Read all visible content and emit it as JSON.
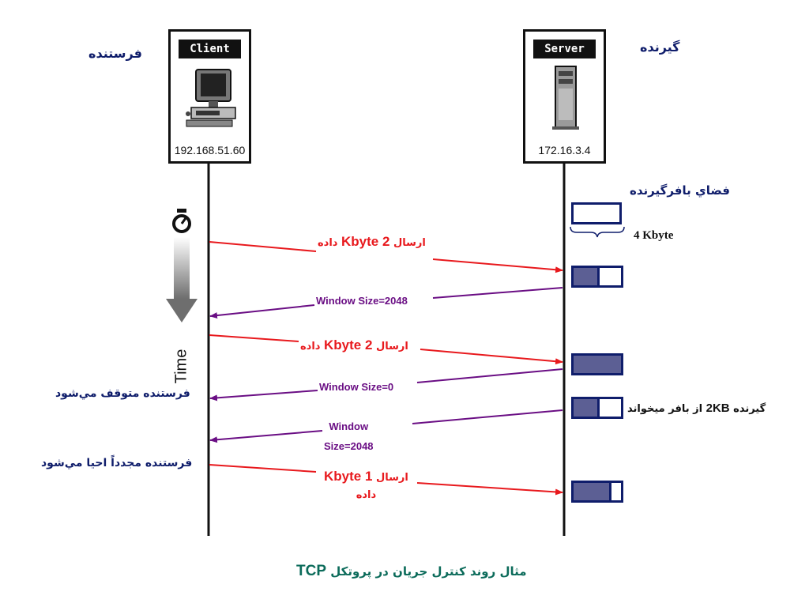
{
  "sender_label": "فرستنده",
  "receiver_label": "گیرنده",
  "client": {
    "title": "Client",
    "ip": "192.168.51.60"
  },
  "server": {
    "title": "Server",
    "ip": "172.16.3.4"
  },
  "time_label": "Time",
  "buffer_title": "فضاي بافرگيرنده",
  "buffer_size": "4 Kbyte",
  "messages": [
    {
      "pre": "ارسال",
      "bold": "2 Kbyte",
      "post": "داده"
    },
    {
      "text": "Window Size=2048"
    },
    {
      "pre": "ارسال",
      "bold": "2 Kbyte",
      "post": "داده"
    },
    {
      "text": "Window Size=0"
    },
    {
      "line1": "Window",
      "line2": "Size=2048"
    },
    {
      "pre": "ارسال",
      "bold": "1 Kbyte",
      "post": "داده"
    }
  ],
  "notes": {
    "sender_stops": "فرستنده متوقف مي‌شود",
    "receiver_reads_pre": "گيرنده",
    "receiver_reads_bold": "2KB",
    "receiver_reads_post": "از بافر میخواند",
    "sender_resumes": "فرستنده مجدداً احیا مي‌شود"
  },
  "buffers_fill": [
    0,
    0.5,
    1,
    0.5,
    0.75
  ],
  "caption_pre": "مثال روند کنترل جریان در پروتکل",
  "caption_bold": "TCP",
  "colors": {
    "send": "#e8191d",
    "ack": "#6a0e84",
    "navy": "#0f1d6b",
    "fill": "#5c5f94"
  },
  "icons": [
    "computer-icon",
    "server-icon",
    "stopwatch-icon",
    "time-arrow-icon"
  ]
}
